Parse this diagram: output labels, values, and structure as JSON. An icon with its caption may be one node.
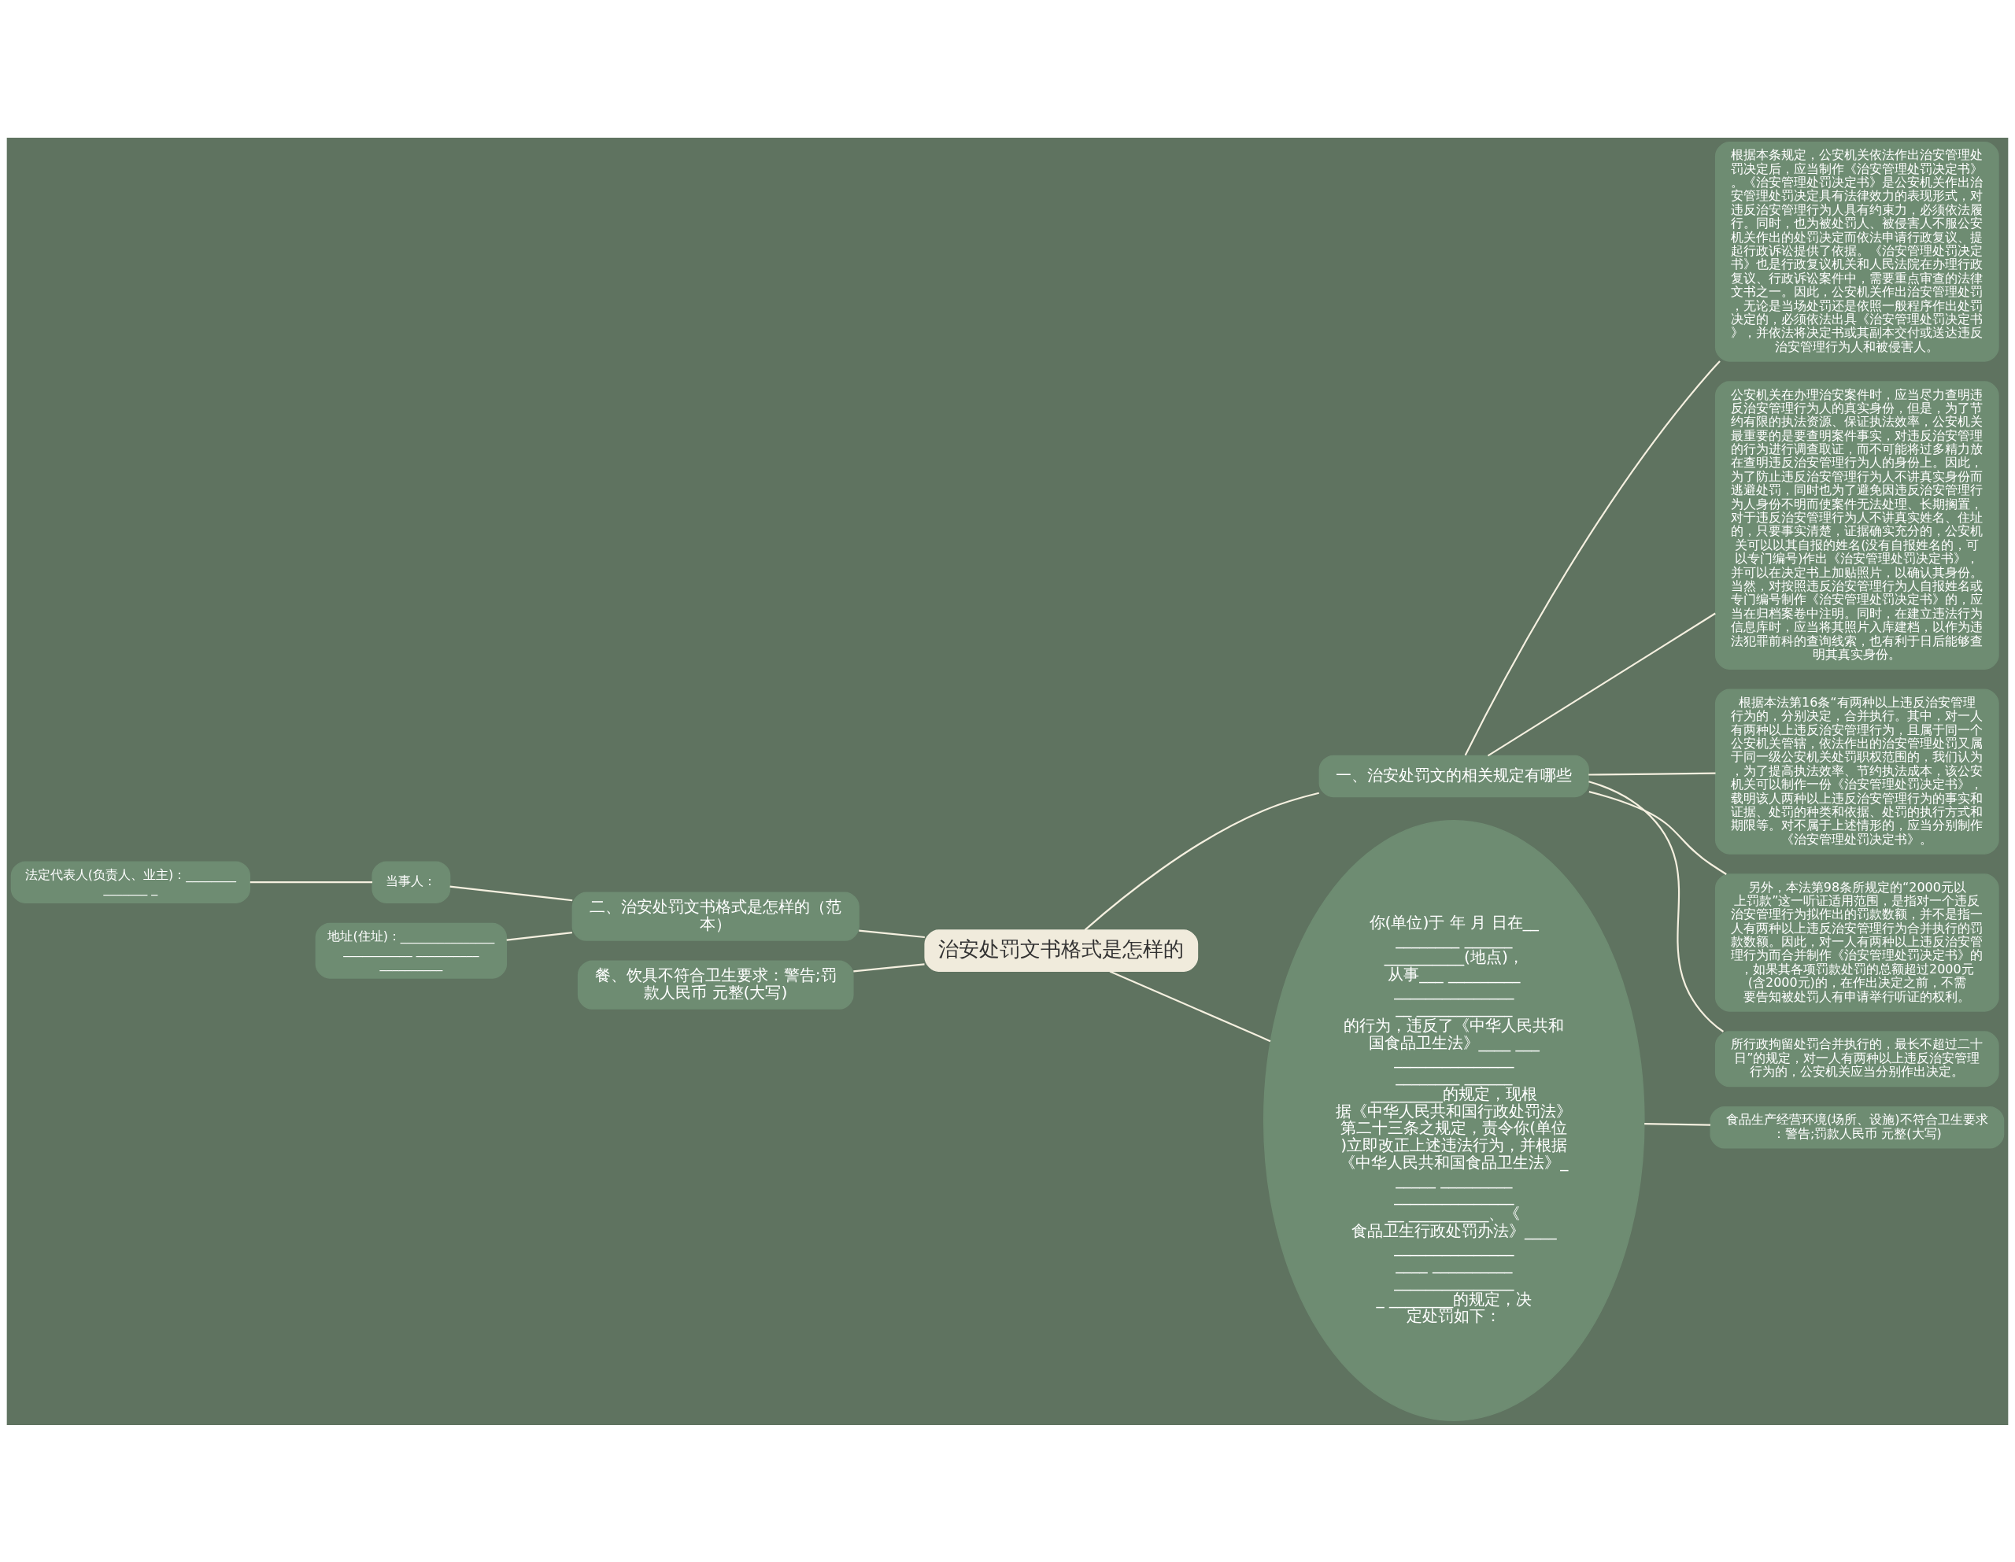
{
  "diagram": {
    "nodes": [
      {
        "text": [
          "治安处罚文书格式是怎样的"
        ]
      },
      {
        "text": [
          "一、治安处罚文的相关规定有哪些"
        ]
      },
      {
        "text": [
          "根据本条规定，公安机关依法作出治安管理处罚决定后，应当制作《治安管理处罚决定书》。《治安管理处罚决定书》是公安机关作出治安管理处罚决定具有法律效力的表现形式，对违反治安管理行为人具有约束力，必须依法履行。同时，也为被处罚人、被侵害人不服公安机关作出的处罚决定而依法申请行政复议、提起行政诉讼提供了依据。《治安管理处罚决定书》也是行政复议机关和人民法院在办理行政复议、行政诉讼案件中，需要重点审查的法律文书之一。因此，公安机关作出治安管理处罚，无论是当场处罚还是依照一般程序作出处罚决定的，必须依法出具《治安管理处罚决定书》，并依法将决定书或其副本交付或送达违反治安管理行为人和被侵害人。"
        ]
      },
      {
        "text": [
          "公安机关在办理治安案件时，应当尽力查明违反治安管理行为人的真实身份，但是，为了节约有限的执法资源、保证执法效率，公安机关最重要的是要查明案件事实，对违反治安管理的行为进行调查取证，而不可能将过多精力放在查明违反治安管理行为人的身份上。因此，为了防止违反治安管理行为人不讲真实身份而逃避处罚，同时也为了避免因违反治安管理行为人身份不明而使案件无法处理、长期搁置，对于违反治安管理行为人不讲真实姓名、住址的，只要事实清楚，证据确实充分的，公安机关可以以其自报的姓名(没有自报姓名的，可以专门编号)作出《治安管理处罚决定书》，并可以在决定书上加贴照片，以确认其身份。当然，对按照违反治安管理行为人自报姓名或专门编号制作《治安管理处罚决定书》的，应当在归档案卷中注明。同时，在建立违法行为信息库时，应当将其照片入库建档，以作为违法犯罪前科的查询线索，也有利于日后能够查明其真实身份。"
        ]
      },
      {
        "text": [
          "根据本法第16条“有两种以上违反治安管理行为的，分别决定，合并执行。其中，对一人有两种以上违反治安管理行为，且属于同一个公安机关管辖，依法作出的治安管理处罚又属于同一级公安机关处罚职权范围的，我们认为，为了提高执法效率、节约执法成本，该公安机关可以制作一份《治安管理处罚决定书》，载明该人两种以上违反治安管理行为的事实和证据、处罚的种类和依据、处罚的执行方式和期限等。对不属于上述情形的，应当分别制作《治安管理处罚决定书》。"
        ]
      },
      {
        "text": [
          "另外，本法第98条所规定的“2000元以上罚款”这一听证适用范围，是指对一个违反治安管理行为拟作出的罚款数额，并不是指一人有两种以上违反治安管理行为合并执行的罚款数额。因此，对一人有两种以上违反治安管理行为而合并制作《治安管理处罚决定书》的，如果其各项罚款处罚的总额超过2000元(含2000元)的，在作出决定之前，不需要告知被处罚人有申请举行听证的权利。"
        ]
      },
      {
        "text": [
          "所行政拘留处罚合并执行的，最长不超过二十日”的规定，对一人有两种以上违反治安管理行为的，公安机关应当分别作出决定。"
        ]
      },
      {
        "text": [
          "二、治安处罚文书格式是怎样的（范本）"
        ]
      },
      {
        "text": [
          "当事人："
        ]
      },
      {
        "text": [
          "法定代表人(负责人、业主)：_______________ _"
        ]
      },
      {
        "text": [
          "地址(住址)：__________________________ ____________________"
        ]
      },
      {
        "text": [
          "餐、饮具不符合卫生要求：警告;罚款人民币 元整(大写)"
        ]
      },
      {
        "text": [
          "你(单位)于 年 月 日在__________ ________________(地点)，从事___ __________________________ ____________ 的行为，违反了《中华人民共和国食品卫生法》____ __________________________ _______________的规定，现根据《中华人民共和国行政处罚法》第二十三条之规定，责令你(单位)立即改正上述违法行为，并根据《中华人民共和国食品卫生法》______ __________________________ __________、《食品卫生行政处罚办法》_______________________ __________________________ ________的规定，决定处罚如下："
        ]
      },
      {
        "text": [
          "食品生产经营环境(场所、设施)不符合卫生要求：警告;罚款人民币 元整(大写)"
        ]
      }
    ],
    "edges": [
      {
        "from": 0,
        "to": 1,
        "arrow": "none"
      },
      {
        "from": 1,
        "to": 2,
        "arrow": "none"
      },
      {
        "from": 1,
        "to": 3,
        "arrow": "none"
      },
      {
        "from": 1,
        "to": 4,
        "arrow": "none"
      },
      {
        "from": 1,
        "to": 5,
        "arrow": "none"
      },
      {
        "from": 1,
        "to": 6,
        "arrow": "none"
      },
      {
        "from": 0,
        "to": 7,
        "arrow": "none"
      },
      {
        "from": 7,
        "to": 8,
        "arrow": "none"
      },
      {
        "from": 8,
        "to": 9,
        "arrow": "none"
      },
      {
        "from": 7,
        "to": 10,
        "arrow": "none"
      },
      {
        "from": 0,
        "to": 11,
        "arrow": "none"
      },
      {
        "from": 0,
        "to": 12,
        "arrow": "none"
      },
      {
        "from": 12,
        "to": 13,
        "arrow": "none"
      }
    ]
  }
}
